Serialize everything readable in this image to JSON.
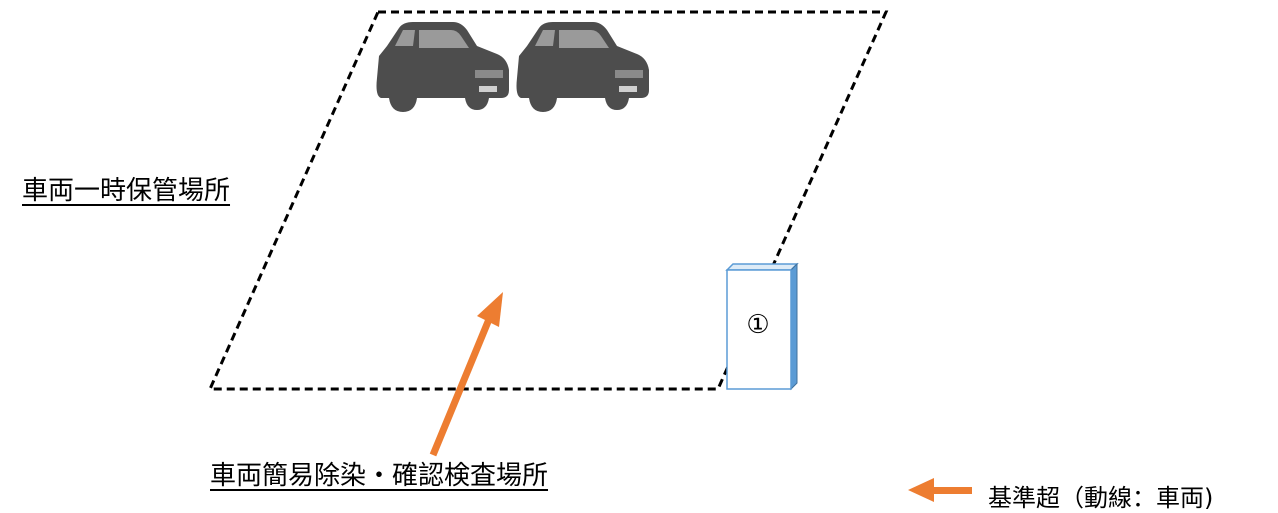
{
  "area": {
    "label": "車両一時保管場所"
  },
  "site": {
    "label": "車両簡易除染・確認検査場所"
  },
  "facility": {
    "label": "①"
  },
  "legend": {
    "text": "基準超（動線：車両)"
  },
  "icons": [
    "car-icon",
    "car-icon",
    "arrow-icon"
  ],
  "colors": {
    "arrow": "#ED7D31",
    "box_fill": "#FFFFFF",
    "box_side": "#5B9BD5",
    "boundary": "#000000",
    "car": "#4D4D4D"
  }
}
